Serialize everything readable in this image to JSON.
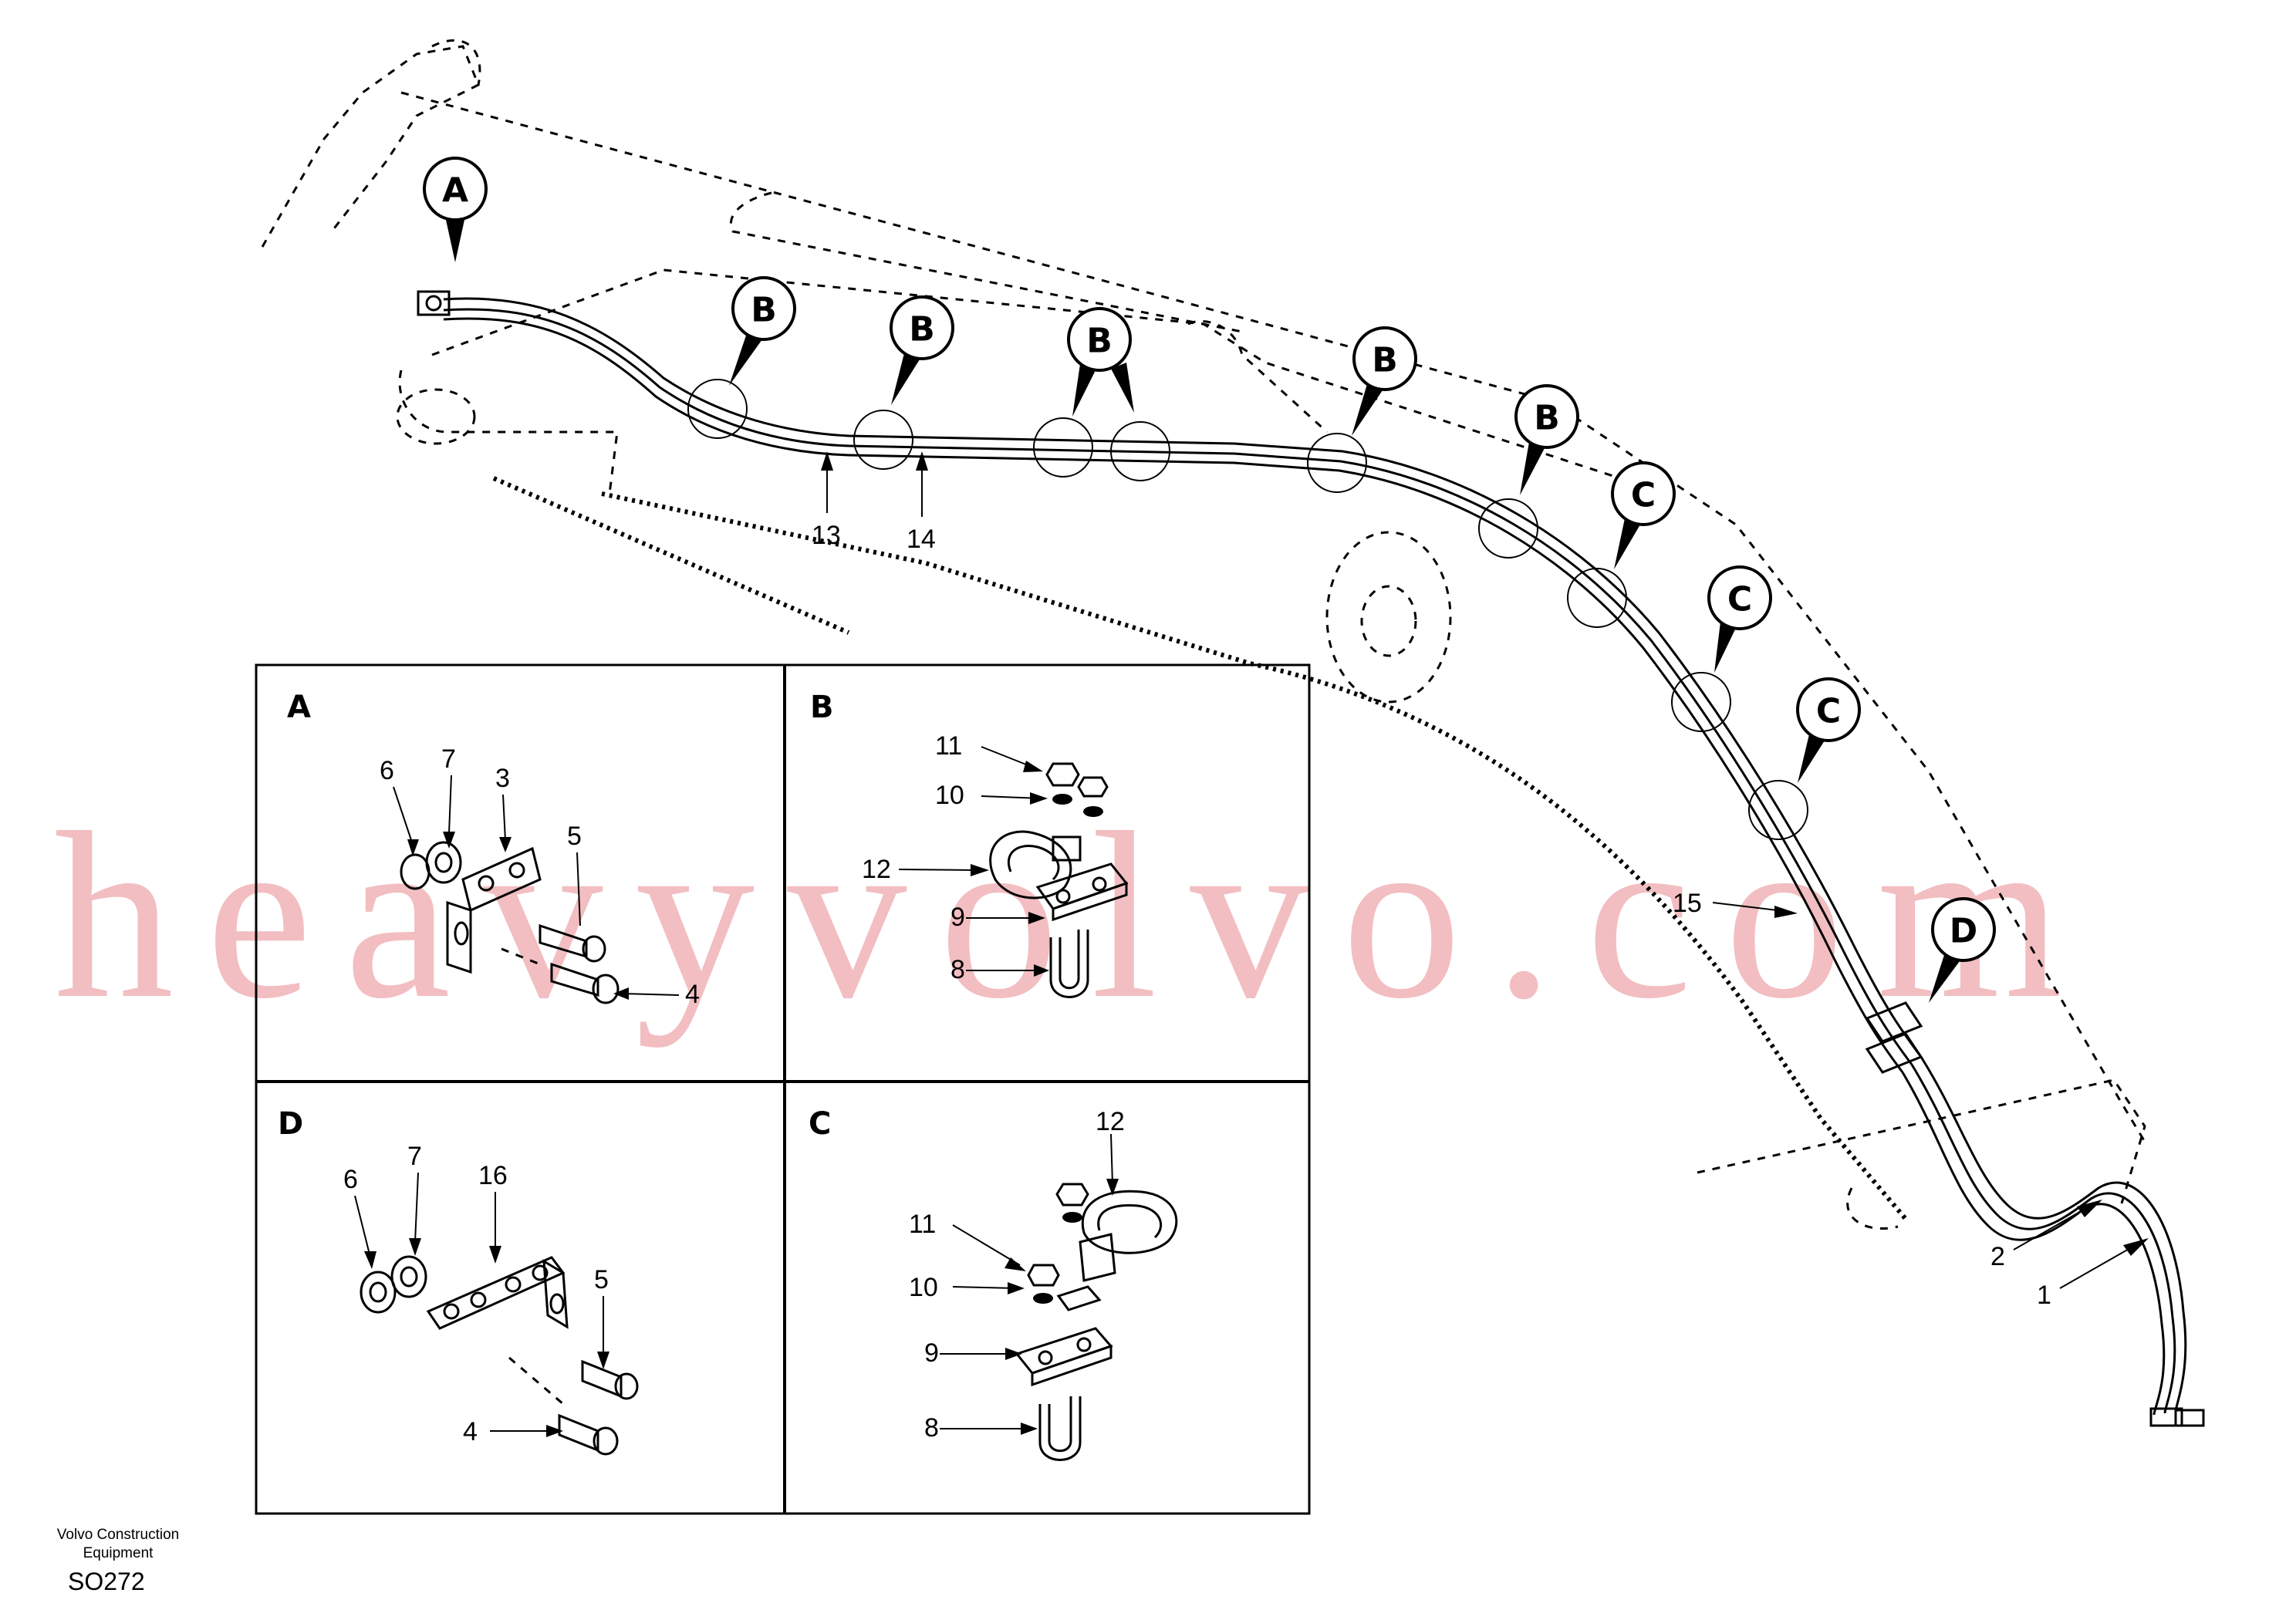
{
  "callouts_main": [
    "A",
    "B",
    "B",
    "B",
    "B",
    "B",
    "C",
    "C",
    "C",
    "D"
  ],
  "main_part_labels": [
    "13",
    "14",
    "15",
    "1",
    "2"
  ],
  "panels": {
    "A": {
      "title": "A",
      "labels": [
        "6",
        "7",
        "3",
        "5",
        "4"
      ]
    },
    "B": {
      "title": "B",
      "labels": [
        "11",
        "10",
        "12",
        "9",
        "8"
      ]
    },
    "D": {
      "title": "D",
      "labels": [
        "6",
        "7",
        "16",
        "5",
        "4"
      ]
    },
    "C": {
      "title": "C",
      "labels": [
        "12",
        "11",
        "10",
        "9",
        "8"
      ]
    }
  },
  "watermark": "heavyvolvo.com",
  "footer": {
    "company_line1": "Volvo Construction",
    "company_line2": "Equipment",
    "code": "SO272"
  }
}
